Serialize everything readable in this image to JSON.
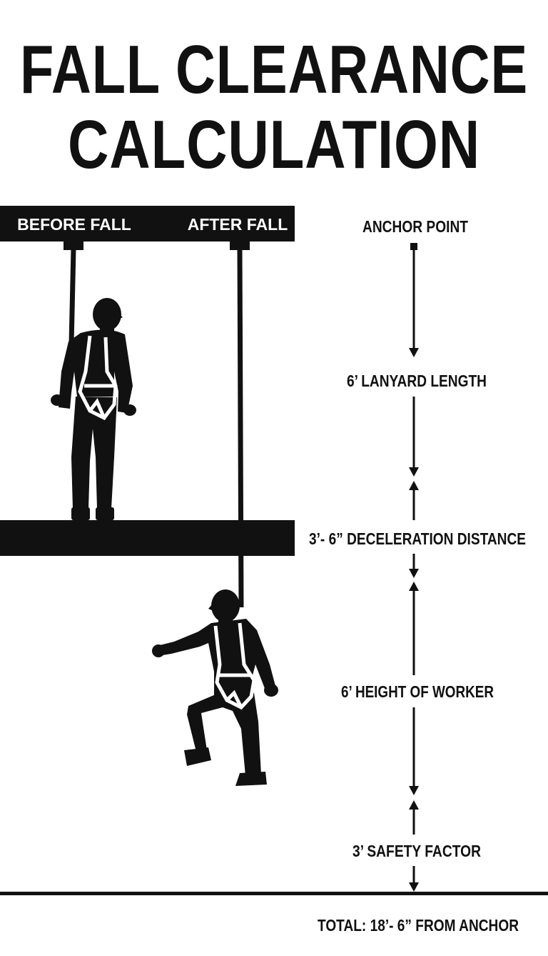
{
  "title": {
    "line1": "FALL CLEARANCE",
    "line2": "CALCULATION"
  },
  "header_bar": {
    "before_label": "BEFORE FALL",
    "after_label": "AFTER FALL"
  },
  "measurements": {
    "anchor": "ANCHOR POINT",
    "lanyard": "6’ LANYARD LENGTH",
    "deceleration": "3’- 6” DECELERATION DISTANCE",
    "worker_height": "6’ HEIGHT OF WORKER",
    "safety_factor": "3’ SAFETY FACTOR",
    "total": "TOTAL: 18’- 6” FROM ANCHOR"
  },
  "colors": {
    "ink": "#111111",
    "background": "#ffffff"
  }
}
